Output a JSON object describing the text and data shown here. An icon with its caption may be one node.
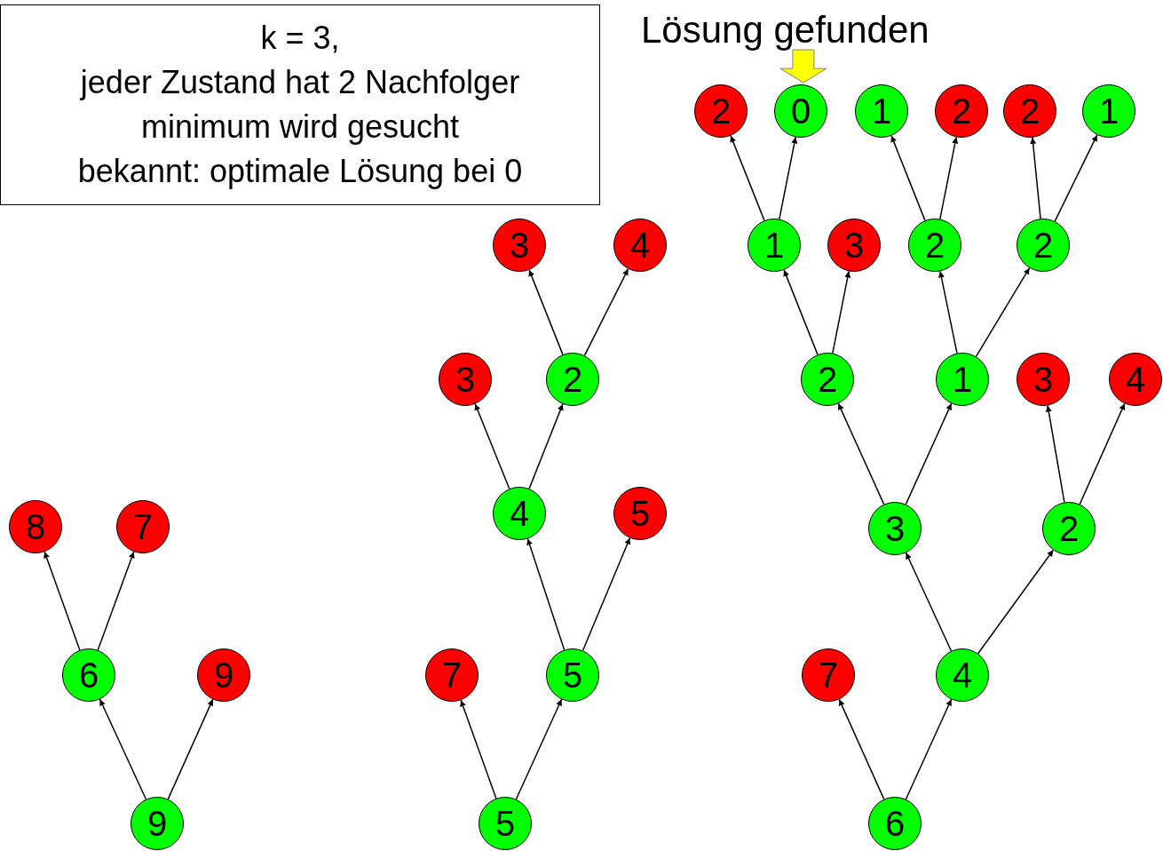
{
  "diagram": {
    "nodes": [
      {
        "text": [
          "k = 3,",
          "jeder Zustand hat 2 Nachfolger",
          "minimum wird gesucht",
          "bekannt: optimale Lösung bei 0"
        ]
      },
      {
        "text": [
          "Lösung gefunden"
        ]
      },
      {
        "text": [
          "9"
        ]
      },
      {
        "text": [
          "6"
        ]
      },
      {
        "text": [
          "9"
        ]
      },
      {
        "text": [
          "8"
        ]
      },
      {
        "text": [
          "7"
        ]
      },
      {
        "text": [
          "5"
        ]
      },
      {
        "text": [
          "7"
        ]
      },
      {
        "text": [
          "5"
        ]
      },
      {
        "text": [
          "4"
        ]
      },
      {
        "text": [
          "5"
        ]
      },
      {
        "text": [
          "3"
        ]
      },
      {
        "text": [
          "2"
        ]
      },
      {
        "text": [
          "3"
        ]
      },
      {
        "text": [
          "4"
        ]
      },
      {
        "text": [
          "6"
        ]
      },
      {
        "text": [
          "7"
        ]
      },
      {
        "text": [
          "4"
        ]
      },
      {
        "text": [
          "3"
        ]
      },
      {
        "text": [
          "2"
        ]
      },
      {
        "text": [
          "2"
        ]
      },
      {
        "text": [
          "1"
        ]
      },
      {
        "text": [
          "3"
        ]
      },
      {
        "text": [
          "4"
        ]
      },
      {
        "text": [
          "1"
        ]
      },
      {
        "text": [
          "3"
        ]
      },
      {
        "text": [
          "2"
        ]
      },
      {
        "text": [
          "2"
        ]
      },
      {
        "text": [
          "2"
        ]
      },
      {
        "text": [
          "0"
        ]
      },
      {
        "text": [
          "1"
        ]
      },
      {
        "text": [
          "2"
        ]
      },
      {
        "text": [
          "2"
        ]
      },
      {
        "text": [
          "1"
        ]
      }
    ],
    "edges": [
      {
        "from": 1,
        "to": 30,
        "arrow": "to",
        "style": "thick",
        "color": "#ffff00"
      },
      {
        "from": 2,
        "to": 3,
        "arrow": "to"
      },
      {
        "from": 2,
        "to": 4,
        "arrow": "to"
      },
      {
        "from": 3,
        "to": 5,
        "arrow": "to"
      },
      {
        "from": 3,
        "to": 6,
        "arrow": "to"
      },
      {
        "from": 7,
        "to": 8,
        "arrow": "to"
      },
      {
        "from": 7,
        "to": 9,
        "arrow": "to"
      },
      {
        "from": 9,
        "to": 10,
        "arrow": "to"
      },
      {
        "from": 9,
        "to": 11,
        "arrow": "to"
      },
      {
        "from": 10,
        "to": 12,
        "arrow": "to"
      },
      {
        "from": 10,
        "to": 13,
        "arrow": "to"
      },
      {
        "from": 13,
        "to": 14,
        "arrow": "to"
      },
      {
        "from": 13,
        "to": 15,
        "arrow": "to"
      },
      {
        "from": 16,
        "to": 17,
        "arrow": "to"
      },
      {
        "from": 16,
        "to": 18,
        "arrow": "to"
      },
      {
        "from": 18,
        "to": 19,
        "arrow": "to"
      },
      {
        "from": 18,
        "to": 20,
        "arrow": "to"
      },
      {
        "from": 19,
        "to": 21,
        "arrow": "to"
      },
      {
        "from": 19,
        "to": 22,
        "arrow": "to"
      },
      {
        "from": 20,
        "to": 23,
        "arrow": "to"
      },
      {
        "from": 20,
        "to": 24,
        "arrow": "to"
      },
      {
        "from": 21,
        "to": 25,
        "arrow": "to"
      },
      {
        "from": 21,
        "to": 26,
        "arrow": "to"
      },
      {
        "from": 22,
        "to": 27,
        "arrow": "to"
      },
      {
        "from": 22,
        "to": 28,
        "arrow": "to"
      },
      {
        "from": 25,
        "to": 29,
        "arrow": "to"
      },
      {
        "from": 25,
        "to": 30,
        "arrow": "to"
      },
      {
        "from": 27,
        "to": 31,
        "arrow": "to"
      },
      {
        "from": 27,
        "to": 32,
        "arrow": "to"
      },
      {
        "from": 28,
        "to": 33,
        "arrow": "to"
      },
      {
        "from": 28,
        "to": 34,
        "arrow": "to"
      }
    ]
  }
}
